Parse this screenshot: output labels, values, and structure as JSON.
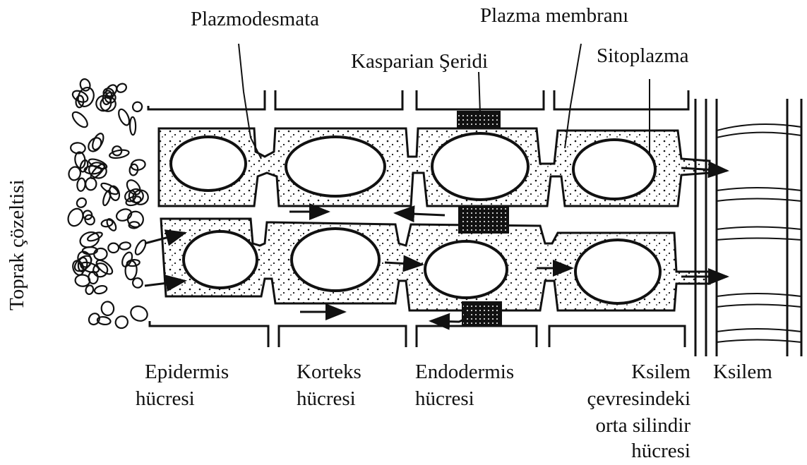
{
  "labels": {
    "plasmodesmata": "Plazmodesmata",
    "plasma_membrane": "Plazma membranı",
    "casparian_strip": "Kasparian Şeridi",
    "cytoplasm": "Sitoplazma",
    "soil_solution": "Toprak çözeltisi",
    "epidermis_1": "Epidermis",
    "epidermis_2": "hücresi",
    "cortex_1": "Korteks",
    "cortex_2": "hücresi",
    "endodermis_1": "Endodermis",
    "endodermis_2": "hücresi",
    "pericycle_1": "Ksilem",
    "pericycle_2": "çevresindeki",
    "pericycle_3": "orta silindir",
    "pericycle_4": "hücresi",
    "xylem": "Ksilem"
  },
  "colors": {
    "ink": "#111111",
    "paper": "#ffffff"
  }
}
